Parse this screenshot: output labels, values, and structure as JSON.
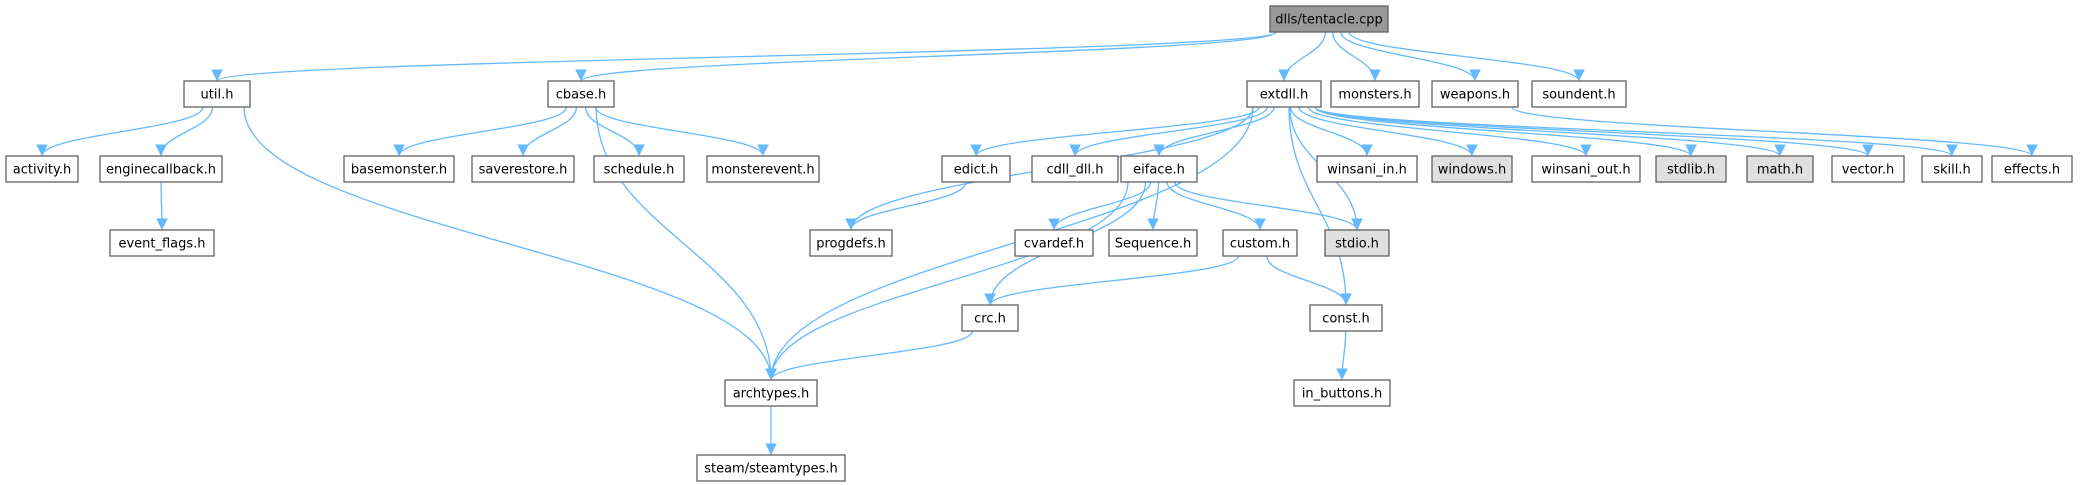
{
  "colors": {
    "node_fill": "#ffffff",
    "root_fill": "#999999",
    "external_fill": "#e0e0e0",
    "node_stroke": "#606060",
    "edge": "#63b8ff"
  },
  "nodes": [
    {
      "id": "tentacle",
      "label": "dlls/tentacle.cpp",
      "kind": "root"
    },
    {
      "id": "util",
      "label": "util.h",
      "kind": "file"
    },
    {
      "id": "cbase",
      "label": "cbase.h",
      "kind": "file"
    },
    {
      "id": "extdll",
      "label": "extdll.h",
      "kind": "file"
    },
    {
      "id": "monsters",
      "label": "monsters.h",
      "kind": "file"
    },
    {
      "id": "weapons",
      "label": "weapons.h",
      "kind": "file"
    },
    {
      "id": "soundent",
      "label": "soundent.h",
      "kind": "file"
    },
    {
      "id": "activity",
      "label": "activity.h",
      "kind": "file"
    },
    {
      "id": "enginecallback",
      "label": "enginecallback.h",
      "kind": "file"
    },
    {
      "id": "event_flags",
      "label": "event_flags.h",
      "kind": "file"
    },
    {
      "id": "basemonster",
      "label": "basemonster.h",
      "kind": "file"
    },
    {
      "id": "saverestore",
      "label": "saverestore.h",
      "kind": "file"
    },
    {
      "id": "schedule",
      "label": "schedule.h",
      "kind": "file"
    },
    {
      "id": "monsterevent",
      "label": "monsterevent.h",
      "kind": "file"
    },
    {
      "id": "edict",
      "label": "edict.h",
      "kind": "file"
    },
    {
      "id": "cdll_dll",
      "label": "cdll_dll.h",
      "kind": "file"
    },
    {
      "id": "eiface",
      "label": "eiface.h",
      "kind": "file"
    },
    {
      "id": "winsani_in",
      "label": "winsani_in.h",
      "kind": "file"
    },
    {
      "id": "windows",
      "label": "windows.h",
      "kind": "external"
    },
    {
      "id": "winsani_out",
      "label": "winsani_out.h",
      "kind": "file"
    },
    {
      "id": "stdlib",
      "label": "stdlib.h",
      "kind": "external"
    },
    {
      "id": "math",
      "label": "math.h",
      "kind": "external"
    },
    {
      "id": "vector",
      "label": "vector.h",
      "kind": "file"
    },
    {
      "id": "skill",
      "label": "skill.h",
      "kind": "file"
    },
    {
      "id": "effects",
      "label": "effects.h",
      "kind": "file"
    },
    {
      "id": "progdefs",
      "label": "progdefs.h",
      "kind": "file"
    },
    {
      "id": "cvardef",
      "label": "cvardef.h",
      "kind": "file"
    },
    {
      "id": "sequence",
      "label": "Sequence.h",
      "kind": "file"
    },
    {
      "id": "custom",
      "label": "custom.h",
      "kind": "file"
    },
    {
      "id": "stdio",
      "label": "stdio.h",
      "kind": "external"
    },
    {
      "id": "crc",
      "label": "crc.h",
      "kind": "file"
    },
    {
      "id": "const",
      "label": "const.h",
      "kind": "file"
    },
    {
      "id": "archtypes",
      "label": "archtypes.h",
      "kind": "file"
    },
    {
      "id": "in_buttons",
      "label": "in_buttons.h",
      "kind": "file"
    },
    {
      "id": "steamtypes",
      "label": "steam/steamtypes.h",
      "kind": "file"
    }
  ],
  "edges": [
    [
      "tentacle",
      "util"
    ],
    [
      "tentacle",
      "cbase"
    ],
    [
      "tentacle",
      "extdll"
    ],
    [
      "tentacle",
      "monsters"
    ],
    [
      "tentacle",
      "weapons"
    ],
    [
      "tentacle",
      "soundent"
    ],
    [
      "util",
      "activity"
    ],
    [
      "util",
      "enginecallback"
    ],
    [
      "util",
      "archtypes"
    ],
    [
      "enginecallback",
      "event_flags"
    ],
    [
      "cbase",
      "basemonster"
    ],
    [
      "cbase",
      "saverestore"
    ],
    [
      "cbase",
      "schedule"
    ],
    [
      "cbase",
      "monsterevent"
    ],
    [
      "cbase",
      "archtypes"
    ],
    [
      "extdll",
      "archtypes"
    ],
    [
      "extdll",
      "progdefs"
    ],
    [
      "extdll",
      "edict"
    ],
    [
      "extdll",
      "cdll_dll"
    ],
    [
      "extdll",
      "eiface"
    ],
    [
      "extdll",
      "stdio"
    ],
    [
      "extdll",
      "const"
    ],
    [
      "extdll",
      "winsani_in"
    ],
    [
      "extdll",
      "windows"
    ],
    [
      "extdll",
      "winsani_out"
    ],
    [
      "extdll",
      "stdlib"
    ],
    [
      "extdll",
      "math"
    ],
    [
      "extdll",
      "vector"
    ],
    [
      "extdll",
      "skill"
    ],
    [
      "weapons",
      "effects"
    ],
    [
      "edict",
      "progdefs"
    ],
    [
      "eiface",
      "archtypes"
    ],
    [
      "eiface",
      "crc"
    ],
    [
      "eiface",
      "cvardef"
    ],
    [
      "eiface",
      "sequence"
    ],
    [
      "eiface",
      "custom"
    ],
    [
      "eiface",
      "stdio"
    ],
    [
      "custom",
      "crc"
    ],
    [
      "custom",
      "const"
    ],
    [
      "crc",
      "archtypes"
    ],
    [
      "const",
      "in_buttons"
    ],
    [
      "archtypes",
      "steamtypes"
    ]
  ]
}
